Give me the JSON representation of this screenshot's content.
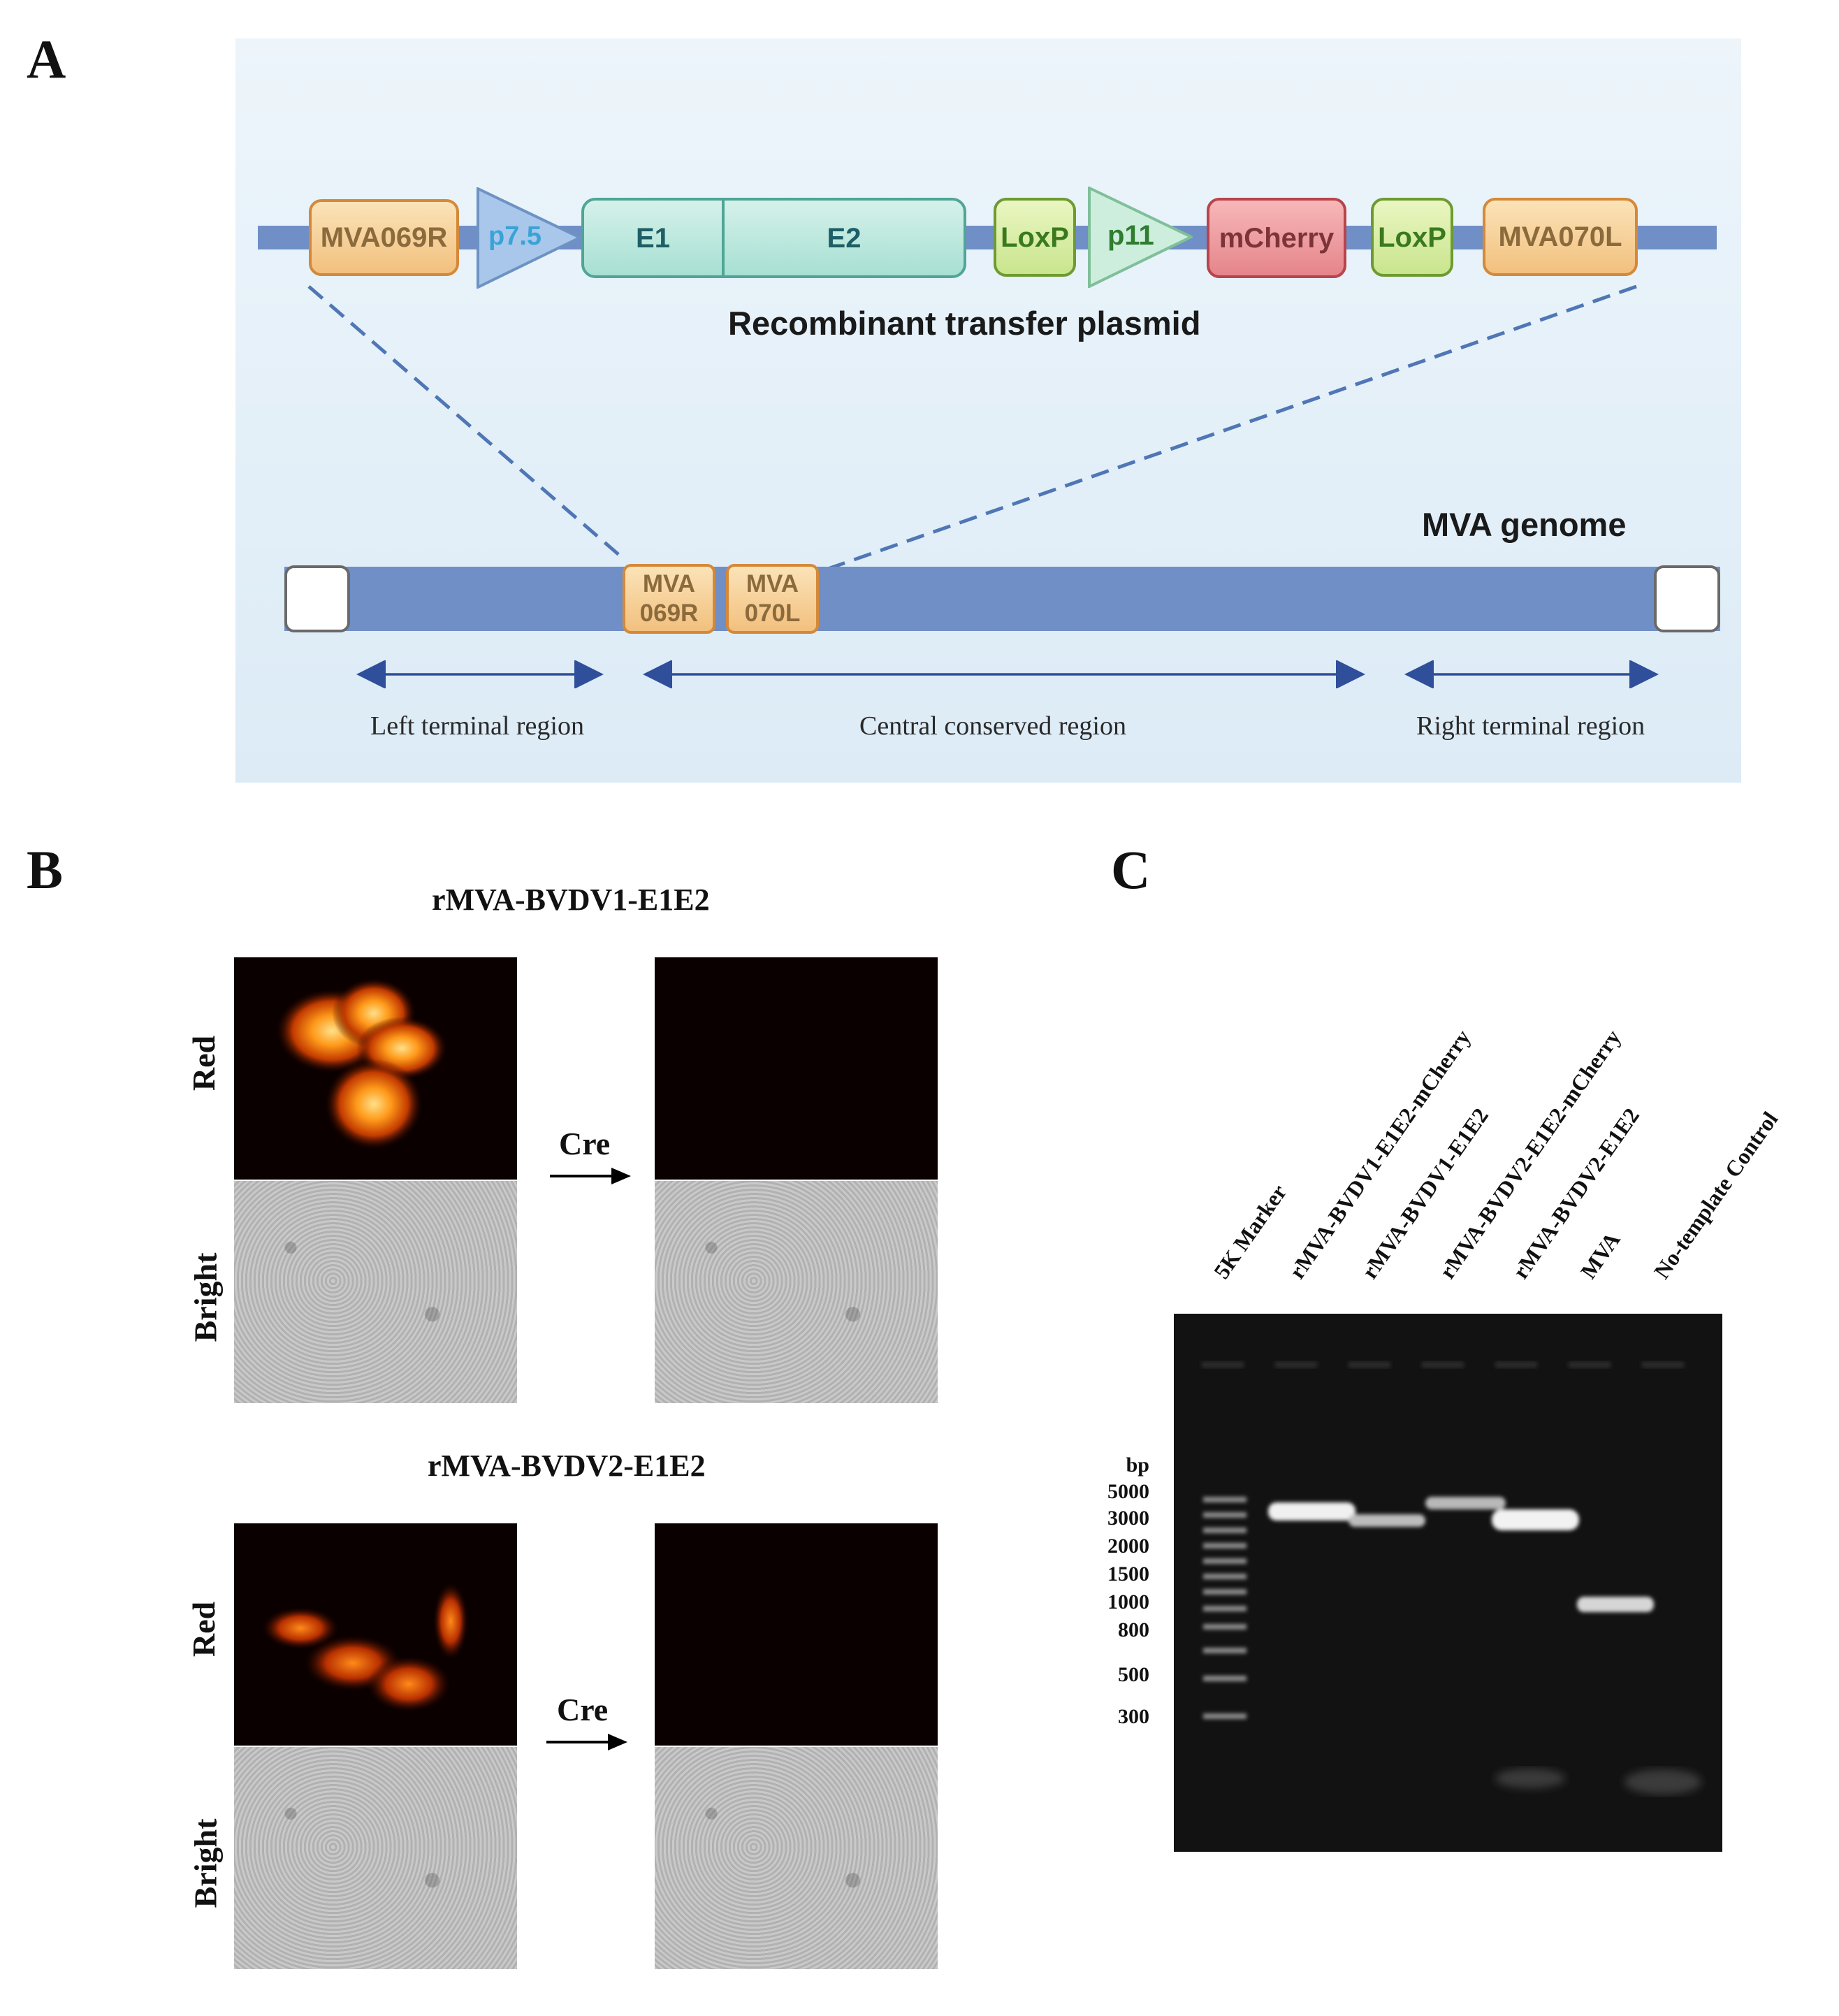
{
  "panels": {
    "a": "A",
    "b": "B",
    "c": "C"
  },
  "panelA": {
    "plasmid_title": "Recombinant transfer plasmid",
    "genome_title": "MVA genome",
    "plasmid_elements": {
      "mva069r": "MVA069R",
      "p75": "p7.5",
      "e1": "E1",
      "e2": "E2",
      "loxp1": "LoxP",
      "p11": "p11",
      "mcherry": "mCherry",
      "loxp2": "LoxP",
      "mva070l": "MVA070L"
    },
    "genome_elements": {
      "mva069r_line1": "MVA",
      "mva069r_line2": "069R",
      "mva070l_line1": "MVA",
      "mva070l_line2": "070L"
    },
    "regions": {
      "left": "Left terminal region",
      "central": "Central conserved region",
      "right": "Right terminal region"
    }
  },
  "panelB": {
    "sets": [
      {
        "title": "rMVA-BVDV1-E1E2",
        "row_red": "Red",
        "row_bright": "Bright",
        "arrow": "Cre"
      },
      {
        "title": "rMVA-BVDV2-E1E2",
        "row_red": "Red",
        "row_bright": "Bright",
        "arrow": "Cre"
      }
    ]
  },
  "panelC": {
    "lanes": [
      "5K Marker",
      "rMVA-BVDV1-E1E2-mCherry",
      "rMVA-BVDV1-E1E2",
      "rMVA-BVDV2-E1E2-mCherry",
      "rMVA-BVDV2-E1E2",
      "MVA",
      "No-template Control"
    ],
    "bp_unit": "bp",
    "ladder": [
      "5000",
      "3000",
      "2000",
      "1500",
      "1000",
      "800",
      "500",
      "300"
    ]
  }
}
